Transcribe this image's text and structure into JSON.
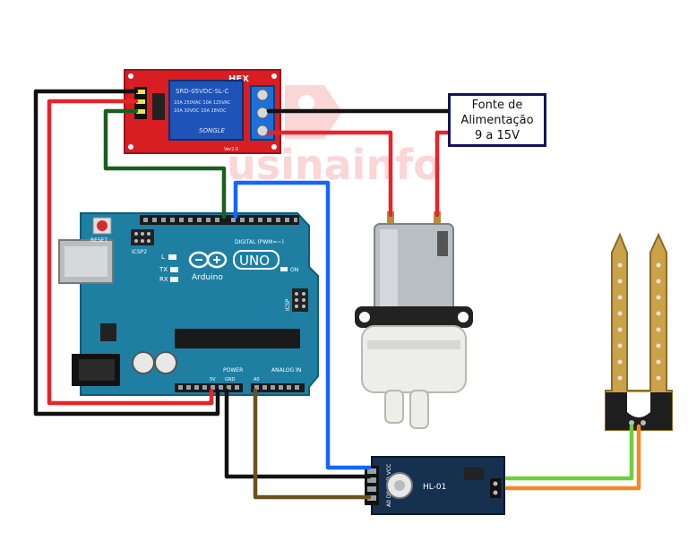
{
  "power_supply": {
    "line1": "Fonte de",
    "line2": "Alimentação",
    "line3": "9 a 15V"
  },
  "watermark": {
    "text": "usinainfo"
  },
  "relay_module": {
    "brand": "HEX",
    "relay_model": "SRD-05VDC-SL-C",
    "rating_1": "10A 250VAC  10A 125VAC",
    "rating_2": "10A 30VDC  10A 28VDC",
    "maker": "SONGLE",
    "version": "Ver2.0"
  },
  "arduino": {
    "logo_text": "Arduino",
    "model": "UNO",
    "reset_label": "RESET",
    "icsp2_label": "ICSP2",
    "icsp_label": "ICSP",
    "digital_label": "DIGITAL (PWM=~)",
    "power_label": "POWER",
    "analog_label": "ANALOG IN",
    "led_l": "L",
    "led_tx": "TX",
    "led_rx": "RX",
    "on_label": "ON",
    "pin_5v": "5V",
    "pin_gnd": "GND",
    "pin_a0": "A0"
  },
  "sensor_module": {
    "label": "HL-01",
    "pins": "A0 D0 GND VCC"
  },
  "colors": {
    "wire_black": "#111111",
    "wire_red": "#e8232a",
    "wire_green": "#1b5e20",
    "wire_blue": "#1565ff",
    "wire_brown": "#6b5020",
    "wire_lime": "#6bd13a",
    "wire_orange": "#f08a24",
    "arduino_board": "#1f7fa3",
    "relay_board": "#d81e22",
    "sensor_board": "#16314f"
  }
}
